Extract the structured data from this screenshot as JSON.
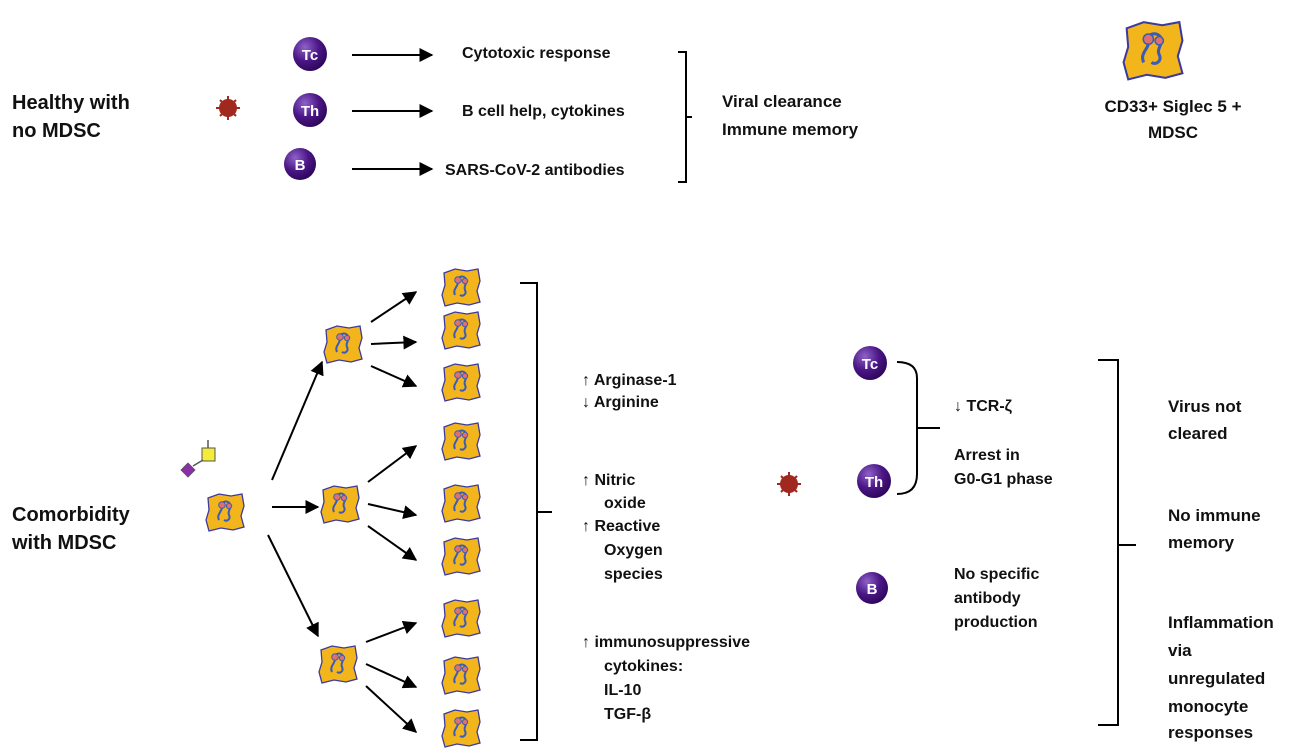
{
  "healthy": {
    "label_line1": "Healthy  with",
    "label_line2": "no MDSC",
    "cells": [
      {
        "abbr": "Tc",
        "response": "Cytotoxic response"
      },
      {
        "abbr": "Th",
        "response": "B cell help, cytokines"
      },
      {
        "abbr": "B",
        "response": "SARS-CoV-2 antibodies"
      }
    ],
    "outcome_line1": "Viral clearance",
    "outcome_line2": "Immune memory"
  },
  "legend": {
    "line1": "CD33+ Siglec 5 +",
    "line2": "MDSC"
  },
  "comorbidity": {
    "label_line1": "Comorbidity",
    "label_line2": "with MDSC",
    "mediators": {
      "arginase": "↑ Arginase-1",
      "arginine": "↓ Arginine",
      "nitric_1": "↑ Nitric",
      "nitric_2": "oxide",
      "ros_1": "↑ Reactive",
      "ros_2": "Oxygen",
      "ros_3": "species",
      "cyt_1": "↑ immunosuppressive",
      "cyt_2": "cytokines:",
      "cyt_3": "IL-10",
      "cyt_4": "TGF-β"
    },
    "tcells": {
      "tc": "Tc",
      "th": "Th",
      "b": "B",
      "tcr": "↓ TCR-ζ",
      "arrest_1": "Arrest in",
      "arrest_2": "G0-G1 phase",
      "noab_1": "No specific",
      "noab_2": "antibody",
      "noab_3": "production"
    },
    "outcomes": {
      "o1_1": "Virus not",
      "o1_2": "cleared",
      "o2_1": "No immune",
      "o2_2": "memory",
      "o3_1": "Inflammation",
      "o3_2": "via",
      "o3_3": "unregulated",
      "o3_4": "monocyte",
      "o3_5": "responses"
    }
  },
  "colors": {
    "cell_dark": "#3a0a6e",
    "cell_light": "#7a4bb0",
    "mdsc_fill": "#f2b51c",
    "mdsc_edge": "#3a3aa0",
    "virus": "#a0281e",
    "glycan_purple": "#8b2fa8",
    "glycan_yellow": "#f5ec3a"
  }
}
